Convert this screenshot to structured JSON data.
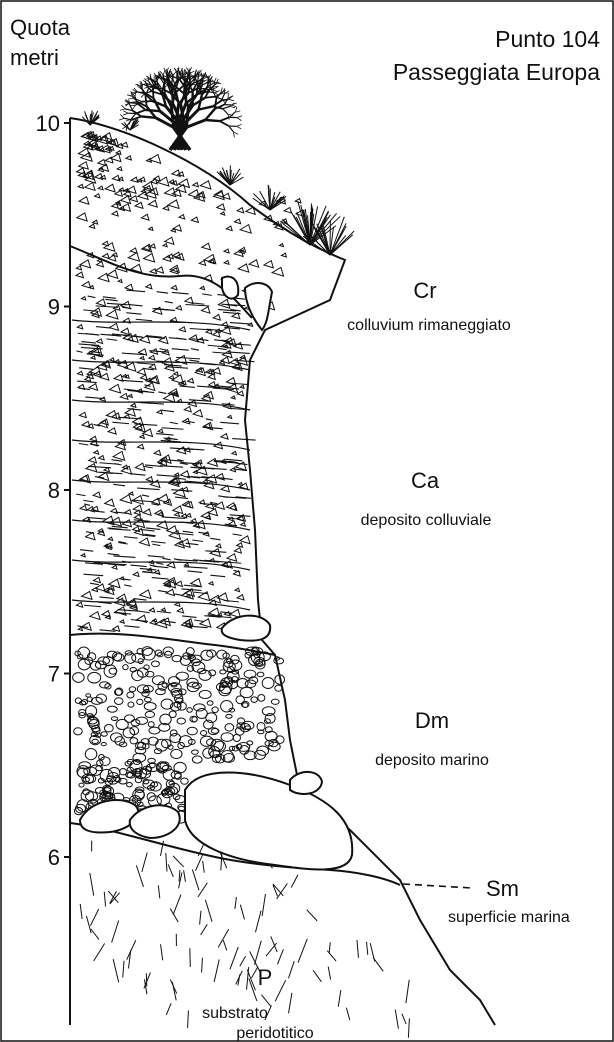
{
  "header": {
    "axis_label_line1": "Quota",
    "axis_label_line2": "metri",
    "title_line1": "Punto 104",
    "title_line2": "Passeggiata Europa"
  },
  "axis": {
    "unit": "metri",
    "ticks": [
      {
        "value": 10,
        "label": "10"
      },
      {
        "value": 9,
        "label": "9"
      },
      {
        "value": 8,
        "label": "8"
      },
      {
        "value": 7,
        "label": "7"
      },
      {
        "value": 6,
        "label": "6"
      }
    ]
  },
  "units": [
    {
      "code": "Cr",
      "description": "colluvium rimaneggiato"
    },
    {
      "code": "Ca",
      "description": "deposito colluviale"
    },
    {
      "code": "Dm",
      "description": "deposito marino"
    },
    {
      "code": "Sm",
      "description": "superficie marina"
    },
    {
      "code": "P",
      "description_line1": "substrato",
      "description_line2": "peridotitico"
    }
  ],
  "colors": {
    "ink": "#111111",
    "background": "#ffffff"
  }
}
